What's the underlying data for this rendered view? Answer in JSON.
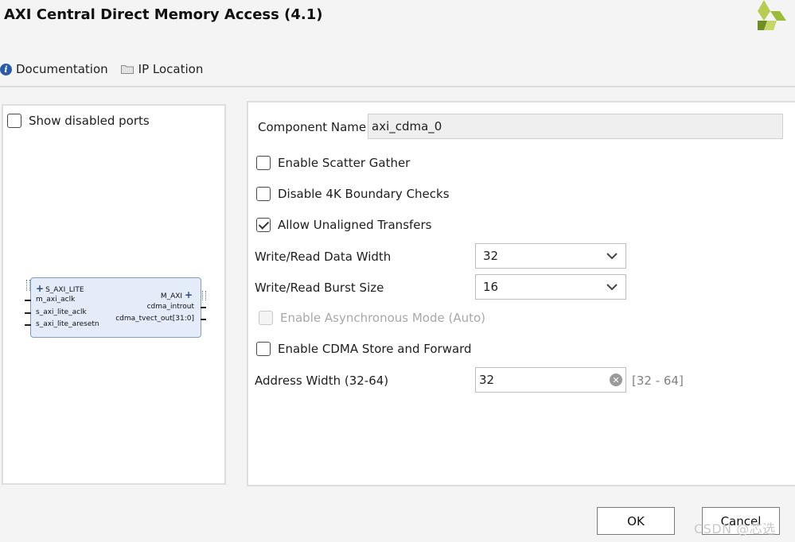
{
  "window": {
    "title": "AXI Central Direct Memory Access (4.1)"
  },
  "toolbar": {
    "documentation": "Documentation",
    "ip_location": "IP Location"
  },
  "left_panel": {
    "show_disabled_ports": "Show disabled ports",
    "block": {
      "ports_left": [
        "S_AXI_LITE",
        "m_axi_aclk",
        "s_axi_lite_aclk",
        "s_axi_lite_aresetn"
      ],
      "ports_right": [
        "M_AXI",
        "cdma_introut",
        "cdma_tvect_out[31:0]"
      ]
    }
  },
  "form": {
    "component_name_label": "Component Name",
    "component_name_value": "axi_cdma_0",
    "enable_scatter_gather": "Enable Scatter Gather",
    "disable_4k_boundary": "Disable 4K Boundary Checks",
    "allow_unaligned": "Allow Unaligned Transfers",
    "data_width_label": "Write/Read Data Width",
    "data_width_value": "32",
    "burst_size_label": "Write/Read Burst Size",
    "burst_size_value": "16",
    "async_mode": "Enable Asynchronous Mode (Auto)",
    "store_forward": "Enable CDMA Store and Forward",
    "address_width_label": "Address Width (32-64)",
    "address_width_value": "32",
    "address_width_range": "[32 - 64]"
  },
  "buttons": {
    "ok": "OK",
    "cancel": "Cancel"
  },
  "watermark": "CSDN @芯选",
  "colors": {
    "accent": "#2a5ba8",
    "logo_green": "#9dbb3a",
    "block_fill": "#e3ecf8"
  },
  "icons": [
    "info-icon",
    "folder-icon",
    "chevron-down-icon",
    "clear-icon",
    "check-icon",
    "xilinx-logo-icon"
  ]
}
